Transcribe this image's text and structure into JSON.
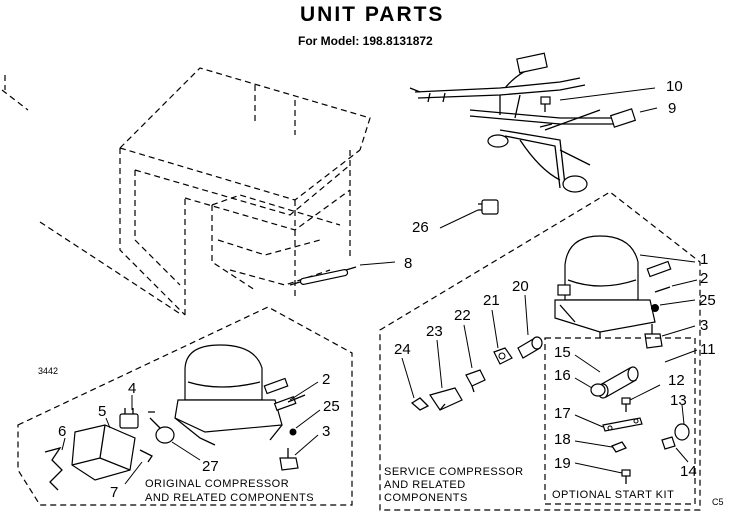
{
  "title": "UNIT PARTS",
  "model_line": "For Model: 198.8131872",
  "diagram_id": "3442",
  "corner_mark": "C5",
  "groups": {
    "original": {
      "caption_line1": "ORIGINAL COMPRESSOR",
      "caption_line2": "AND RELATED COMPONENTS"
    },
    "service": {
      "caption_line1": "SERVICE COMPRESSOR",
      "caption_line2": "AND RELATED",
      "caption_line3": "COMPONENTS"
    },
    "start_kit": {
      "caption": "OPTIONAL START KIT"
    }
  },
  "callouts": {
    "c1": "1",
    "c2a": "2",
    "c2b": "2",
    "c3a": "3",
    "c3b": "3",
    "c4": "4",
    "c5": "5",
    "c6": "6",
    "c7": "7",
    "c8": "8",
    "c9": "9",
    "c10": "10",
    "c11": "11",
    "c12": "12",
    "c13": "13",
    "c14": "14",
    "c15": "15",
    "c16": "16",
    "c17": "17",
    "c18": "18",
    "c19": "19",
    "c20": "20",
    "c21": "21",
    "c22": "22",
    "c23": "23",
    "c24": "24",
    "c25a": "25",
    "c25b": "25",
    "c26": "26",
    "c27": "27"
  }
}
